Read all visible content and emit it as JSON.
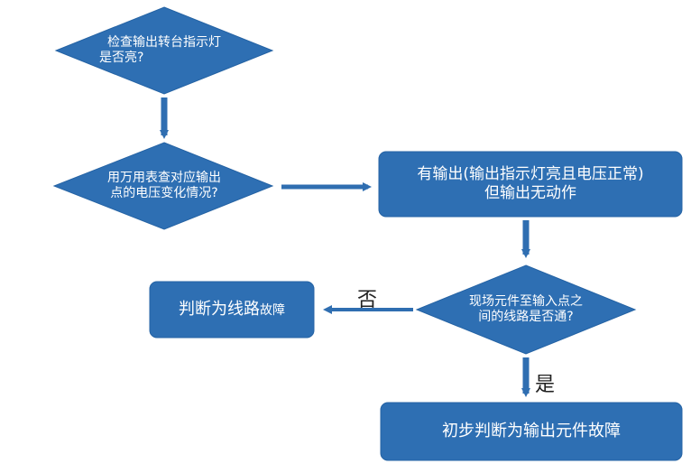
{
  "colors": {
    "node_fill": "#2e6fb3",
    "node_stroke": "#2563a4",
    "arrow": "#2f6eb1",
    "text": "#ffffff",
    "label": "#222222"
  },
  "nodes": {
    "check_indicator": {
      "line1": "检查输出转台指示灯",
      "line2": "是否亮?"
    },
    "measure_voltage": {
      "line1": "用万用表查对应输出",
      "line2": "点的电压变化情况?"
    },
    "output_no_action": {
      "line1": "有输出(输出指示灯亮且电压正常)",
      "line2": "但输出无动作"
    },
    "check_wiring": {
      "line1": "现场元件至输入点之",
      "line2": "间的线路是否通?"
    },
    "wiring_fault": {
      "label_main": "判断为线路",
      "label_small": "故障"
    },
    "output_component_fault": {
      "label": "初步判断为输出元件故障"
    }
  },
  "edges": {
    "no_label": "否",
    "yes_label": "是"
  }
}
